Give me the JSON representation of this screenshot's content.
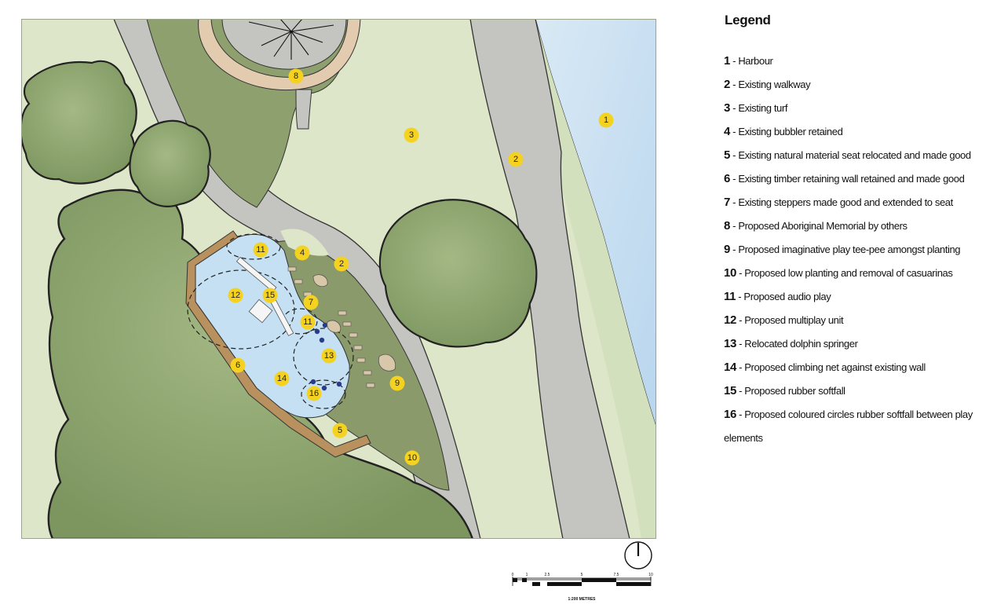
{
  "legend": {
    "title": "Legend",
    "items": [
      {
        "num": "1",
        "text": "Harbour"
      },
      {
        "num": "2",
        "text": "Existing walkway"
      },
      {
        "num": "3",
        "text": "Existing turf"
      },
      {
        "num": "4",
        "text": "Existing bubbler retained"
      },
      {
        "num": "5",
        "text": "Existing natural material seat relocated and made good"
      },
      {
        "num": "6",
        "text": "Existing timber retaining wall retained and made good"
      },
      {
        "num": "7",
        "text": "Existing steppers made good and extended to seat"
      },
      {
        "num": "8",
        "text": "Proposed Aboriginal Memorial by others"
      },
      {
        "num": "9",
        "text": "Proposed imaginative play tee-pee amongst planting"
      },
      {
        "num": "10",
        "text": "Proposed low planting and removal of casuarinas"
      },
      {
        "num": "11",
        "text": "Proposed audio play"
      },
      {
        "num": "12",
        "text": "Proposed multiplay unit"
      },
      {
        "num": "13",
        "text": "Relocated dolphin springer"
      },
      {
        "num": "14",
        "text": "Proposed climbing net against existing wall"
      },
      {
        "num": "15",
        "text": "Proposed rubber softfall"
      },
      {
        "num": "16",
        "text": "Proposed coloured circles rubber softfall between play elements"
      }
    ]
  },
  "map": {
    "markers": [
      {
        "label": "1"
      },
      {
        "label": "2"
      },
      {
        "label": "2"
      },
      {
        "label": "3"
      },
      {
        "label": "4"
      },
      {
        "label": "5"
      },
      {
        "label": "6"
      },
      {
        "label": "7"
      },
      {
        "label": "8"
      },
      {
        "label": "9"
      },
      {
        "label": "10"
      },
      {
        "label": "11"
      },
      {
        "label": "11"
      },
      {
        "label": "12"
      },
      {
        "label": "13"
      },
      {
        "label": "14"
      },
      {
        "label": "15"
      },
      {
        "label": "16"
      }
    ],
    "colors": {
      "turf": "#dde6c8",
      "path": "#c4c4c1",
      "water": "#c9dff1",
      "tree": "#8ba36b",
      "planting": "#7f9363",
      "softfall": "#c5e0f3",
      "timber": "#b8915e",
      "marker": "#f4d21f"
    }
  },
  "scale": {
    "ticks": [
      "0",
      "1",
      "2.5",
      "5",
      "7.5",
      "10"
    ],
    "label": "1:200 METRES"
  }
}
